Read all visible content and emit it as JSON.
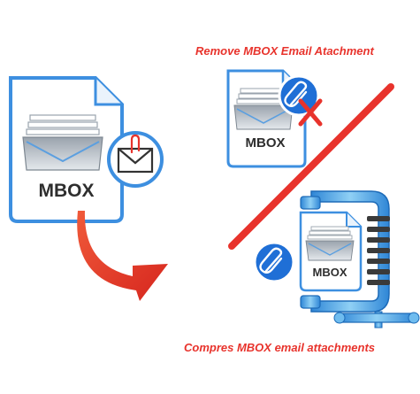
{
  "captions": {
    "remove": "Remove MBOX Email Atachment",
    "compress": "Compres MBOX email attachments"
  },
  "file_labels": {
    "main": "MBOX",
    "remove": "MBOX",
    "compress": "MBOX"
  },
  "colors": {
    "accent_red": "#e8332c",
    "file_border": "#3d8fe0",
    "clamp_blue": "#4aa6e8",
    "badge_blue": "#1f6fd6"
  },
  "icons": {
    "main_badge": "envelope-attachment-icon",
    "remove_badge": "paperclip-icon",
    "remove_mark": "red-x-icon",
    "compress_badge": "paperclip-icon",
    "compress_tool": "c-clamp-icon",
    "flow": "curved-arrow-icon",
    "divider": "diagonal-slash"
  }
}
